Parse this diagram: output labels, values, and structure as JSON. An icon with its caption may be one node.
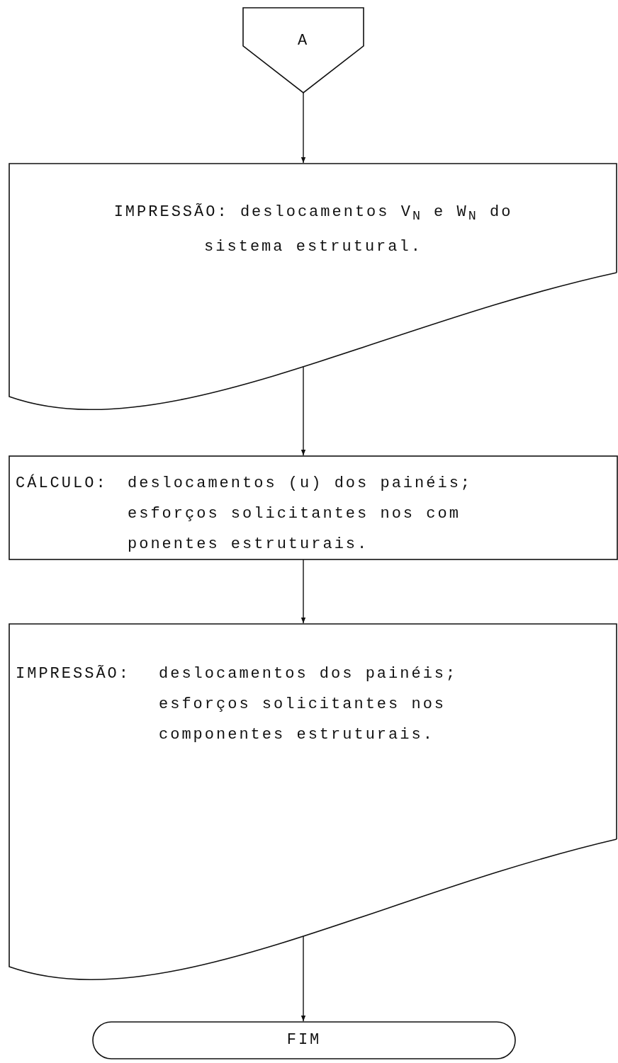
{
  "diagram": {
    "nodes": [
      {
        "text": [
          "A"
        ]
      },
      {
        "text": [
          "IMPRESSÃO: deslocamentos V$_{N}$ e W$_{N}$ do sistema estrutural."
        ]
      },
      {
        "text": [
          "CÁLCULO:",
          "deslocamentos (u) dos painéis; esforços solicitantes nos com ponentes estruturais."
        ]
      },
      {
        "text": [
          "IMPRESSÃO:",
          "deslocamentos dos painéis; esforços solicitantes nos componentes estruturais."
        ]
      },
      {
        "text": [
          "FIM"
        ]
      }
    ],
    "edges": [
      {
        "from": 0,
        "to": 1,
        "arrow": "to"
      },
      {
        "from": 1,
        "to": 2,
        "arrow": "to"
      },
      {
        "from": 2,
        "to": 3,
        "arrow": "to"
      },
      {
        "from": 3,
        "to": 4,
        "arrow": "to"
      }
    ]
  }
}
